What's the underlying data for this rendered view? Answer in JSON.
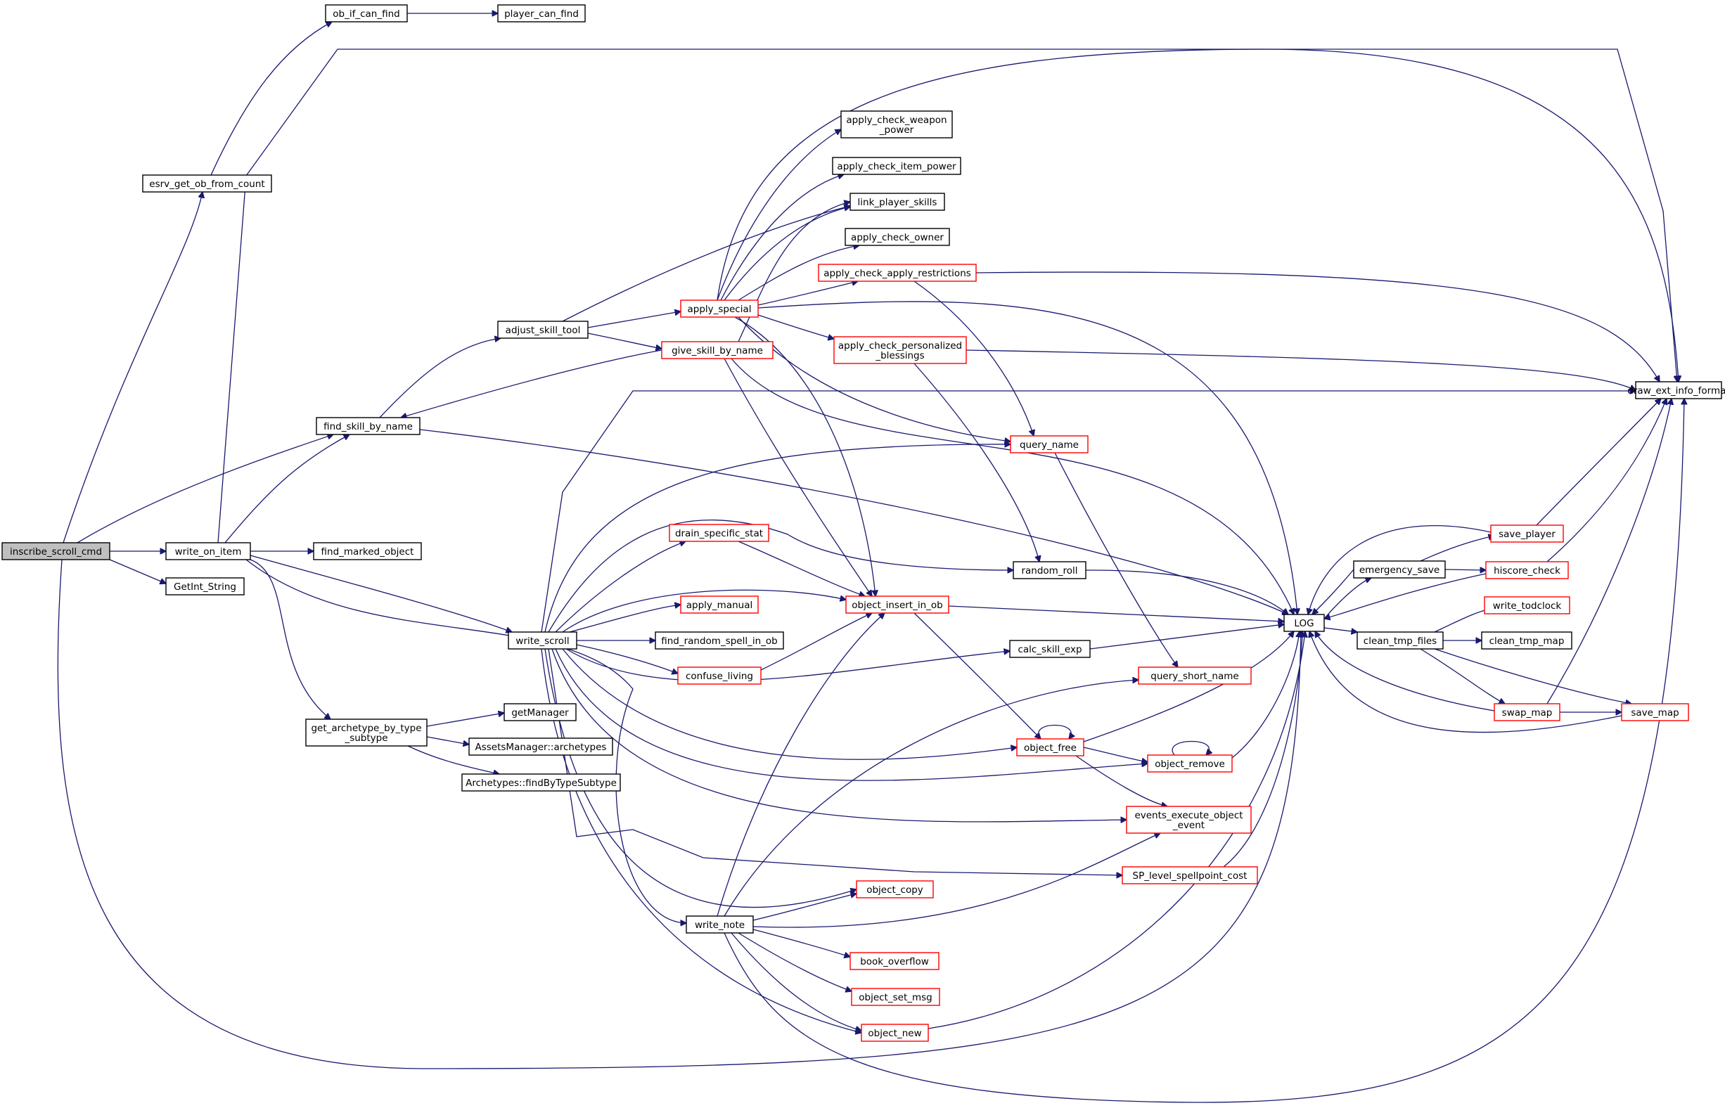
{
  "colors": {
    "edge": "#191970",
    "node_fill": "#ffffff",
    "node_border_normal": "#000000",
    "node_border_truncated": "#ff0000",
    "root_fill": "#bfbfbf"
  },
  "nodes": [
    {
      "id": "inscribe_scroll_cmd",
      "label": [
        "inscribe_scroll_cmd"
      ],
      "kind": "root"
    },
    {
      "id": "write_on_item",
      "label": [
        "write_on_item"
      ],
      "kind": "normal"
    },
    {
      "id": "GetInt_String",
      "label": [
        "GetInt_String"
      ],
      "kind": "normal"
    },
    {
      "id": "esrv_get_ob_from_count",
      "label": [
        "esrv_get_ob_from_count"
      ],
      "kind": "normal"
    },
    {
      "id": "ob_if_can_find",
      "label": [
        "ob_if_can_find"
      ],
      "kind": "normal"
    },
    {
      "id": "player_can_find",
      "label": [
        "player_can_find"
      ],
      "kind": "normal"
    },
    {
      "id": "find_skill_by_name",
      "label": [
        "find_skill_by_name"
      ],
      "kind": "normal"
    },
    {
      "id": "find_marked_object",
      "label": [
        "find_marked_object"
      ],
      "kind": "normal"
    },
    {
      "id": "adjust_skill_tool",
      "label": [
        "adjust_skill_tool"
      ],
      "kind": "normal"
    },
    {
      "id": "write_scroll",
      "label": [
        "write_scroll"
      ],
      "kind": "normal"
    },
    {
      "id": "get_archetype_by_type_subtype",
      "label": [
        "get_archetype_by_type",
        "_subtype"
      ],
      "kind": "normal"
    },
    {
      "id": "getManager",
      "label": [
        "getManager"
      ],
      "kind": "normal"
    },
    {
      "id": "AssetsManager_archetypes",
      "label": [
        "AssetsManager::archetypes"
      ],
      "kind": "normal"
    },
    {
      "id": "Archetypes_findByTypeSubtype",
      "label": [
        "Archetypes::findByTypeSubtype"
      ],
      "kind": "normal"
    },
    {
      "id": "apply_special",
      "label": [
        "apply_special"
      ],
      "kind": "truncated"
    },
    {
      "id": "give_skill_by_name",
      "label": [
        "give_skill_by_name"
      ],
      "kind": "truncated"
    },
    {
      "id": "apply_check_weapon_power",
      "label": [
        "apply_check_weapon",
        "_power"
      ],
      "kind": "normal"
    },
    {
      "id": "apply_check_item_power",
      "label": [
        "apply_check_item_power"
      ],
      "kind": "normal"
    },
    {
      "id": "link_player_skills",
      "label": [
        "link_player_skills"
      ],
      "kind": "normal"
    },
    {
      "id": "apply_check_owner",
      "label": [
        "apply_check_owner"
      ],
      "kind": "normal"
    },
    {
      "id": "apply_check_apply_restrictions",
      "label": [
        "apply_check_apply_restrictions"
      ],
      "kind": "truncated"
    },
    {
      "id": "apply_check_personalized_blessings",
      "label": [
        "apply_check_personalized",
        "_blessings"
      ],
      "kind": "truncated"
    },
    {
      "id": "query_name",
      "label": [
        "query_name"
      ],
      "kind": "truncated"
    },
    {
      "id": "drain_specific_stat",
      "label": [
        "drain_specific_stat"
      ],
      "kind": "truncated"
    },
    {
      "id": "random_roll",
      "label": [
        "random_roll"
      ],
      "kind": "normal"
    },
    {
      "id": "object_insert_in_ob",
      "label": [
        "object_insert_in_ob"
      ],
      "kind": "truncated"
    },
    {
      "id": "apply_manual",
      "label": [
        "apply_manual"
      ],
      "kind": "truncated"
    },
    {
      "id": "find_random_spell_in_ob",
      "label": [
        "find_random_spell_in_ob"
      ],
      "kind": "normal"
    },
    {
      "id": "confuse_living",
      "label": [
        "confuse_living"
      ],
      "kind": "truncated"
    },
    {
      "id": "calc_skill_exp",
      "label": [
        "calc_skill_exp"
      ],
      "kind": "normal"
    },
    {
      "id": "query_short_name",
      "label": [
        "query_short_name"
      ],
      "kind": "truncated"
    },
    {
      "id": "object_free",
      "label": [
        "object_free"
      ],
      "kind": "truncated"
    },
    {
      "id": "object_remove",
      "label": [
        "object_remove"
      ],
      "kind": "truncated"
    },
    {
      "id": "events_execute_object_event",
      "label": [
        "events_execute_object",
        "_event"
      ],
      "kind": "truncated"
    },
    {
      "id": "SP_level_spellpoint_cost",
      "label": [
        "SP_level_spellpoint_cost"
      ],
      "kind": "truncated"
    },
    {
      "id": "object_copy",
      "label": [
        "object_copy"
      ],
      "kind": "truncated"
    },
    {
      "id": "write_note",
      "label": [
        "write_note"
      ],
      "kind": "normal"
    },
    {
      "id": "book_overflow",
      "label": [
        "book_overflow"
      ],
      "kind": "truncated"
    },
    {
      "id": "object_set_msg",
      "label": [
        "object_set_msg"
      ],
      "kind": "truncated"
    },
    {
      "id": "object_new",
      "label": [
        "object_new"
      ],
      "kind": "truncated"
    },
    {
      "id": "LOG",
      "label": [
        "LOG"
      ],
      "kind": "normal"
    },
    {
      "id": "emergency_save",
      "label": [
        "emergency_save"
      ],
      "kind": "normal"
    },
    {
      "id": "clean_tmp_files",
      "label": [
        "clean_tmp_files"
      ],
      "kind": "normal"
    },
    {
      "id": "save_player",
      "label": [
        "save_player"
      ],
      "kind": "truncated"
    },
    {
      "id": "hiscore_check",
      "label": [
        "hiscore_check"
      ],
      "kind": "truncated"
    },
    {
      "id": "write_todclock",
      "label": [
        "write_todclock"
      ],
      "kind": "truncated"
    },
    {
      "id": "clean_tmp_map",
      "label": [
        "clean_tmp_map"
      ],
      "kind": "normal"
    },
    {
      "id": "swap_map",
      "label": [
        "swap_map"
      ],
      "kind": "truncated"
    },
    {
      "id": "save_map",
      "label": [
        "save_map"
      ],
      "kind": "truncated"
    },
    {
      "id": "draw_ext_info_format",
      "label": [
        "draw_ext_info_format"
      ],
      "kind": "normal"
    }
  ],
  "edges": [
    [
      "inscribe_scroll_cmd",
      "esrv_get_ob_from_count"
    ],
    [
      "inscribe_scroll_cmd",
      "write_on_item"
    ],
    [
      "inscribe_scroll_cmd",
      "GetInt_String"
    ],
    [
      "inscribe_scroll_cmd",
      "find_skill_by_name"
    ],
    [
      "inscribe_scroll_cmd",
      "LOG"
    ],
    [
      "esrv_get_ob_from_count",
      "ob_if_can_find"
    ],
    [
      "ob_if_can_find",
      "player_can_find"
    ],
    [
      "write_on_item",
      "find_skill_by_name"
    ],
    [
      "write_on_item",
      "find_marked_object"
    ],
    [
      "write_on_item",
      "write_scroll"
    ],
    [
      "write_on_item",
      "get_archetype_by_type_subtype"
    ],
    [
      "write_on_item",
      "draw_ext_info_format"
    ],
    [
      "write_on_item",
      "write_note"
    ],
    [
      "find_skill_by_name",
      "adjust_skill_tool"
    ],
    [
      "find_skill_by_name",
      "LOG"
    ],
    [
      "adjust_skill_tool",
      "apply_special"
    ],
    [
      "adjust_skill_tool",
      "give_skill_by_name"
    ],
    [
      "adjust_skill_tool",
      "link_player_skills"
    ],
    [
      "get_archetype_by_type_subtype",
      "getManager"
    ],
    [
      "get_archetype_by_type_subtype",
      "AssetsManager_archetypes"
    ],
    [
      "get_archetype_by_type_subtype",
      "Archetypes_findByTypeSubtype"
    ],
    [
      "apply_special",
      "apply_check_weapon_power"
    ],
    [
      "apply_special",
      "apply_check_item_power"
    ],
    [
      "apply_special",
      "link_player_skills"
    ],
    [
      "apply_special",
      "apply_check_owner"
    ],
    [
      "apply_special",
      "apply_check_apply_restrictions"
    ],
    [
      "apply_special",
      "apply_check_personalized_blessings"
    ],
    [
      "apply_special",
      "query_name"
    ],
    [
      "apply_special",
      "object_insert_in_ob"
    ],
    [
      "apply_special",
      "draw_ext_info_format"
    ],
    [
      "apply_special",
      "LOG"
    ],
    [
      "give_skill_by_name",
      "find_skill_by_name"
    ],
    [
      "give_skill_by_name",
      "link_player_skills"
    ],
    [
      "give_skill_by_name",
      "object_insert_in_ob"
    ],
    [
      "give_skill_by_name",
      "LOG"
    ],
    [
      "apply_check_apply_restrictions",
      "draw_ext_info_format"
    ],
    [
      "apply_check_apply_restrictions",
      "query_name"
    ],
    [
      "apply_check_personalized_blessings",
      "draw_ext_info_format"
    ],
    [
      "apply_check_personalized_blessings",
      "random_roll"
    ],
    [
      "query_name",
      "query_short_name"
    ],
    [
      "write_scroll",
      "draw_ext_info_format"
    ],
    [
      "write_scroll",
      "query_name"
    ],
    [
      "write_scroll",
      "drain_specific_stat"
    ],
    [
      "write_scroll",
      "random_roll"
    ],
    [
      "write_scroll",
      "object_insert_in_ob"
    ],
    [
      "write_scroll",
      "apply_manual"
    ],
    [
      "write_scroll",
      "find_random_spell_in_ob"
    ],
    [
      "write_scroll",
      "confuse_living"
    ],
    [
      "write_scroll",
      "calc_skill_exp"
    ],
    [
      "write_scroll",
      "object_free"
    ],
    [
      "write_scroll",
      "object_remove"
    ],
    [
      "write_scroll",
      "events_execute_object_event"
    ],
    [
      "write_scroll",
      "SP_level_spellpoint_cost"
    ],
    [
      "write_scroll",
      "object_copy"
    ],
    [
      "write_scroll",
      "object_new"
    ],
    [
      "drain_specific_stat",
      "object_insert_in_ob"
    ],
    [
      "confuse_living",
      "object_insert_in_ob"
    ],
    [
      "random_roll",
      "LOG"
    ],
    [
      "object_insert_in_ob",
      "LOG"
    ],
    [
      "object_insert_in_ob",
      "object_free"
    ],
    [
      "calc_skill_exp",
      "LOG"
    ],
    [
      "object_free",
      "object_free"
    ],
    [
      "object_free",
      "object_remove"
    ],
    [
      "object_free",
      "events_execute_object_event"
    ],
    [
      "object_free",
      "LOG"
    ],
    [
      "object_remove",
      "object_remove"
    ],
    [
      "object_remove",
      "LOG"
    ],
    [
      "SP_level_spellpoint_cost",
      "LOG"
    ],
    [
      "write_note",
      "object_insert_in_ob"
    ],
    [
      "write_note",
      "query_short_name"
    ],
    [
      "write_note",
      "object_copy"
    ],
    [
      "write_note",
      "events_execute_object_event"
    ],
    [
      "write_note",
      "book_overflow"
    ],
    [
      "write_note",
      "object_set_msg"
    ],
    [
      "write_note",
      "object_new"
    ],
    [
      "write_note",
      "draw_ext_info_format"
    ],
    [
      "object_new",
      "LOG"
    ],
    [
      "LOG",
      "emergency_save"
    ],
    [
      "LOG",
      "clean_tmp_files"
    ],
    [
      "emergency_save",
      "LOG"
    ],
    [
      "emergency_save",
      "save_player"
    ],
    [
      "emergency_save",
      "hiscore_check"
    ],
    [
      "save_player",
      "LOG"
    ],
    [
      "save_player",
      "draw_ext_info_format"
    ],
    [
      "hiscore_check",
      "LOG"
    ],
    [
      "hiscore_check",
      "draw_ext_info_format"
    ],
    [
      "clean_tmp_files",
      "write_todclock"
    ],
    [
      "clean_tmp_files",
      "clean_tmp_map"
    ],
    [
      "clean_tmp_files",
      "swap_map"
    ],
    [
      "clean_tmp_files",
      "save_map"
    ],
    [
      "swap_map",
      "LOG"
    ],
    [
      "swap_map",
      "save_map"
    ],
    [
      "swap_map",
      "draw_ext_info_format"
    ],
    [
      "save_map",
      "LOG"
    ]
  ]
}
